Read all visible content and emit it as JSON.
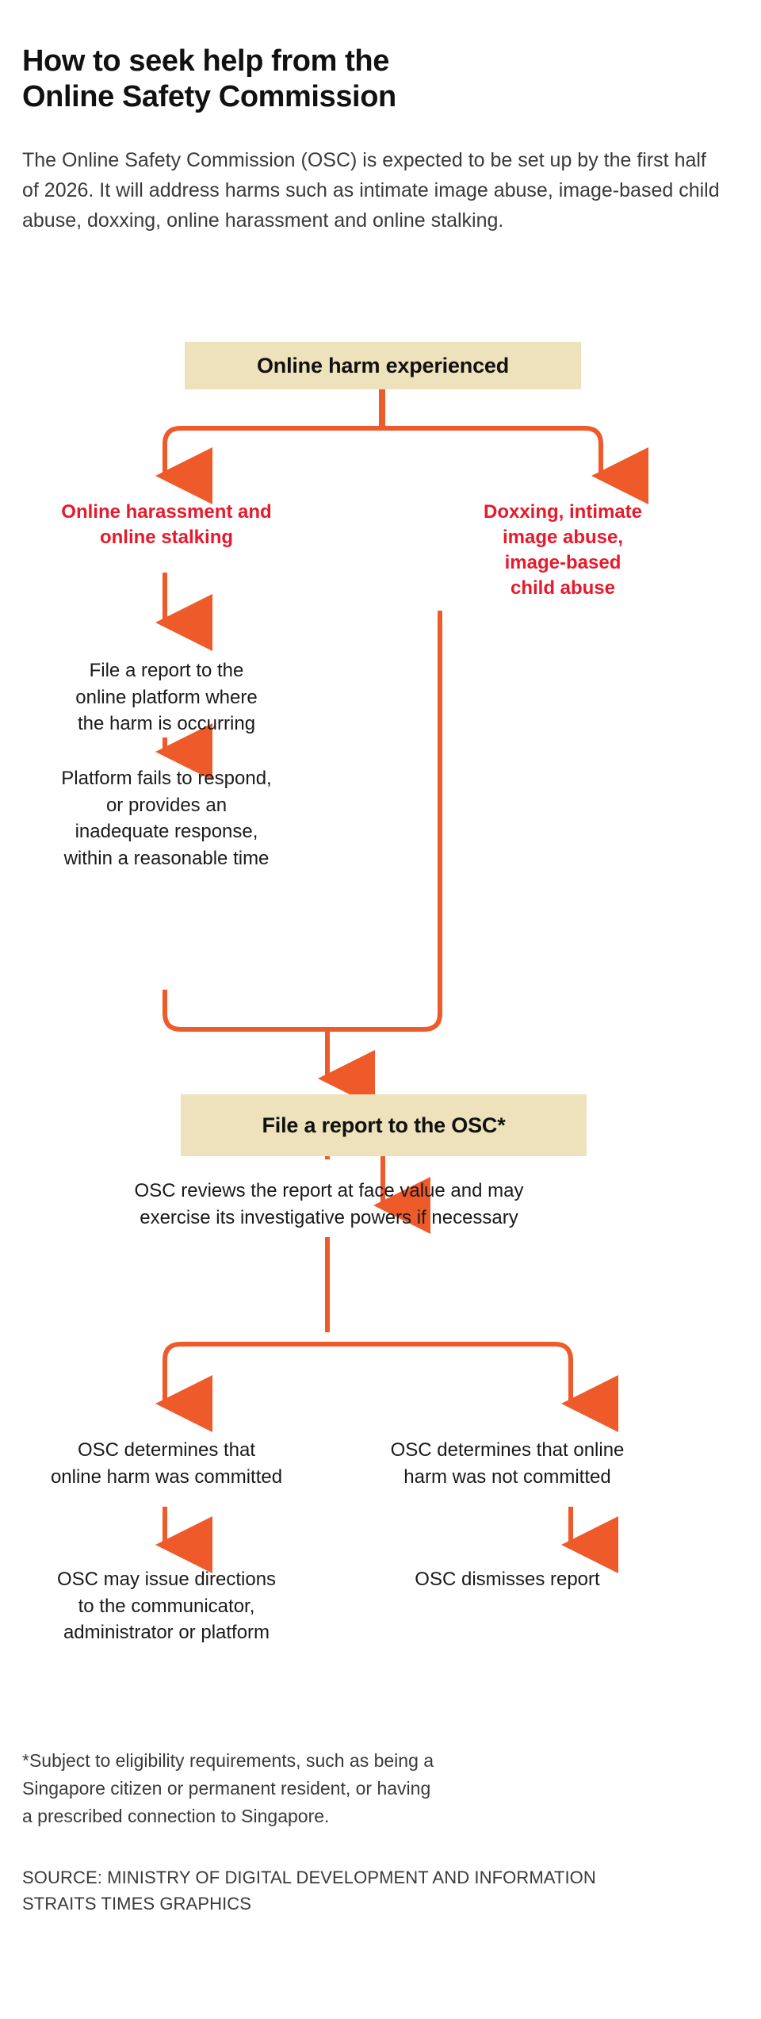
{
  "header": {
    "headline": "How to seek help from the\nOnline Safety Commission",
    "standfirst": "The Online Safety Commission (OSC) is expected to be set up by the first half of 2026. It will address harms such as intimate image abuse, image-based child abuse, doxxing, online harassment and online stalking."
  },
  "colors": {
    "box_fill": "#EDE2BC",
    "connector": "#EE5A2A",
    "accent_red": "#E8192B",
    "text": "#1a1a1a",
    "background": "#ffffff"
  },
  "flow": {
    "nodes": [
      {
        "id": "online-harm",
        "type": "box",
        "text": "Online harm experienced"
      },
      {
        "id": "harassment",
        "type": "red",
        "text": "Online harassment and\nonline stalking"
      },
      {
        "id": "doxxing",
        "type": "red",
        "text": "Doxxing, intimate\nimage abuse,\nimage-based\nchild abuse"
      },
      {
        "id": "file-platform",
        "type": "plain",
        "text": "File a report to the\nonline platform where\nthe harm is occurring"
      },
      {
        "id": "platform-fails",
        "type": "plain",
        "text": "Platform fails to respond,\nor provides an\ninadequate response,\nwithin a reasonable time"
      },
      {
        "id": "file-osc",
        "type": "box",
        "text": "File a report to the OSC*"
      },
      {
        "id": "osc-reviews",
        "type": "plain",
        "text": "OSC reviews the report at face value and may\nexercise its investigative powers if necessary"
      },
      {
        "id": "harm-committed",
        "type": "plain",
        "text": "OSC determines that\nonline harm was committed"
      },
      {
        "id": "harm-not",
        "type": "plain",
        "text": "OSC determines that online\nharm was not committed"
      },
      {
        "id": "directions",
        "type": "plain",
        "text": "OSC may issue directions\nto the communicator,\nadministrator or platform"
      },
      {
        "id": "dismisses",
        "type": "plain",
        "text": "OSC dismisses report"
      }
    ]
  },
  "footnote": "*Subject to eligibility requirements, such as being a\nSingapore citizen or permanent resident, or having\na prescribed connection to Singapore.",
  "source": "SOURCE: MINISTRY OF DIGITAL DEVELOPMENT AND INFORMATION\nSTRAITS TIMES GRAPHICS"
}
